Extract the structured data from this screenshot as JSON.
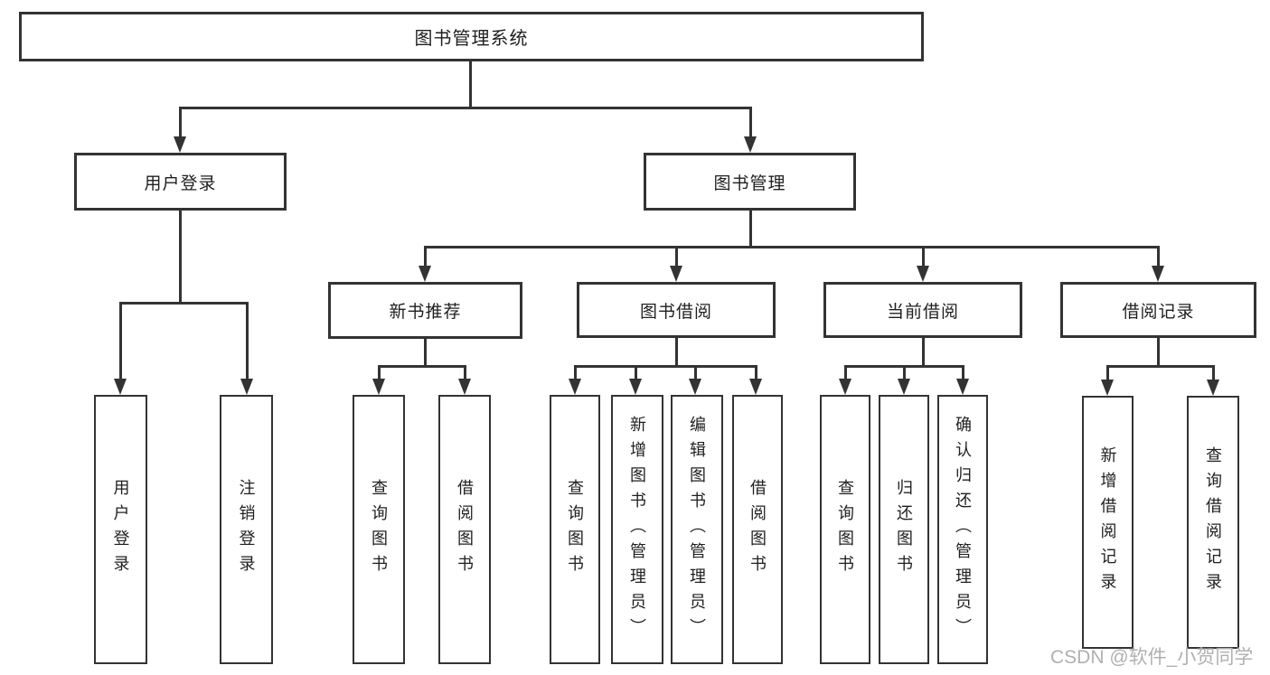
{
  "nodes": {
    "root": "图书管理系统",
    "user_login": "用户登录",
    "book_mgmt": "图书管理",
    "new_books": "新书推荐",
    "borrow": "图书借阅",
    "current": "当前借阅",
    "records": "借阅记录",
    "leaves": {
      "user_login": [
        "用户登录",
        "注销登录"
      ],
      "new_books": [
        "查询图书",
        "借阅图书"
      ],
      "borrow": [
        "查询图书",
        "新增图书（管理员）",
        "编辑图书（管理员）",
        "借阅图书"
      ],
      "current": [
        "查询图书",
        "归还图书",
        "确认归还（管理员）"
      ],
      "records": [
        "新增借阅记录",
        "查询借阅记录"
      ]
    }
  },
  "watermark": "CSDN @软件_小贺同学",
  "colors": {
    "line": "#333333",
    "text": "#1f1f1f",
    "background": "#ffffff",
    "watermark": "#acacac"
  }
}
